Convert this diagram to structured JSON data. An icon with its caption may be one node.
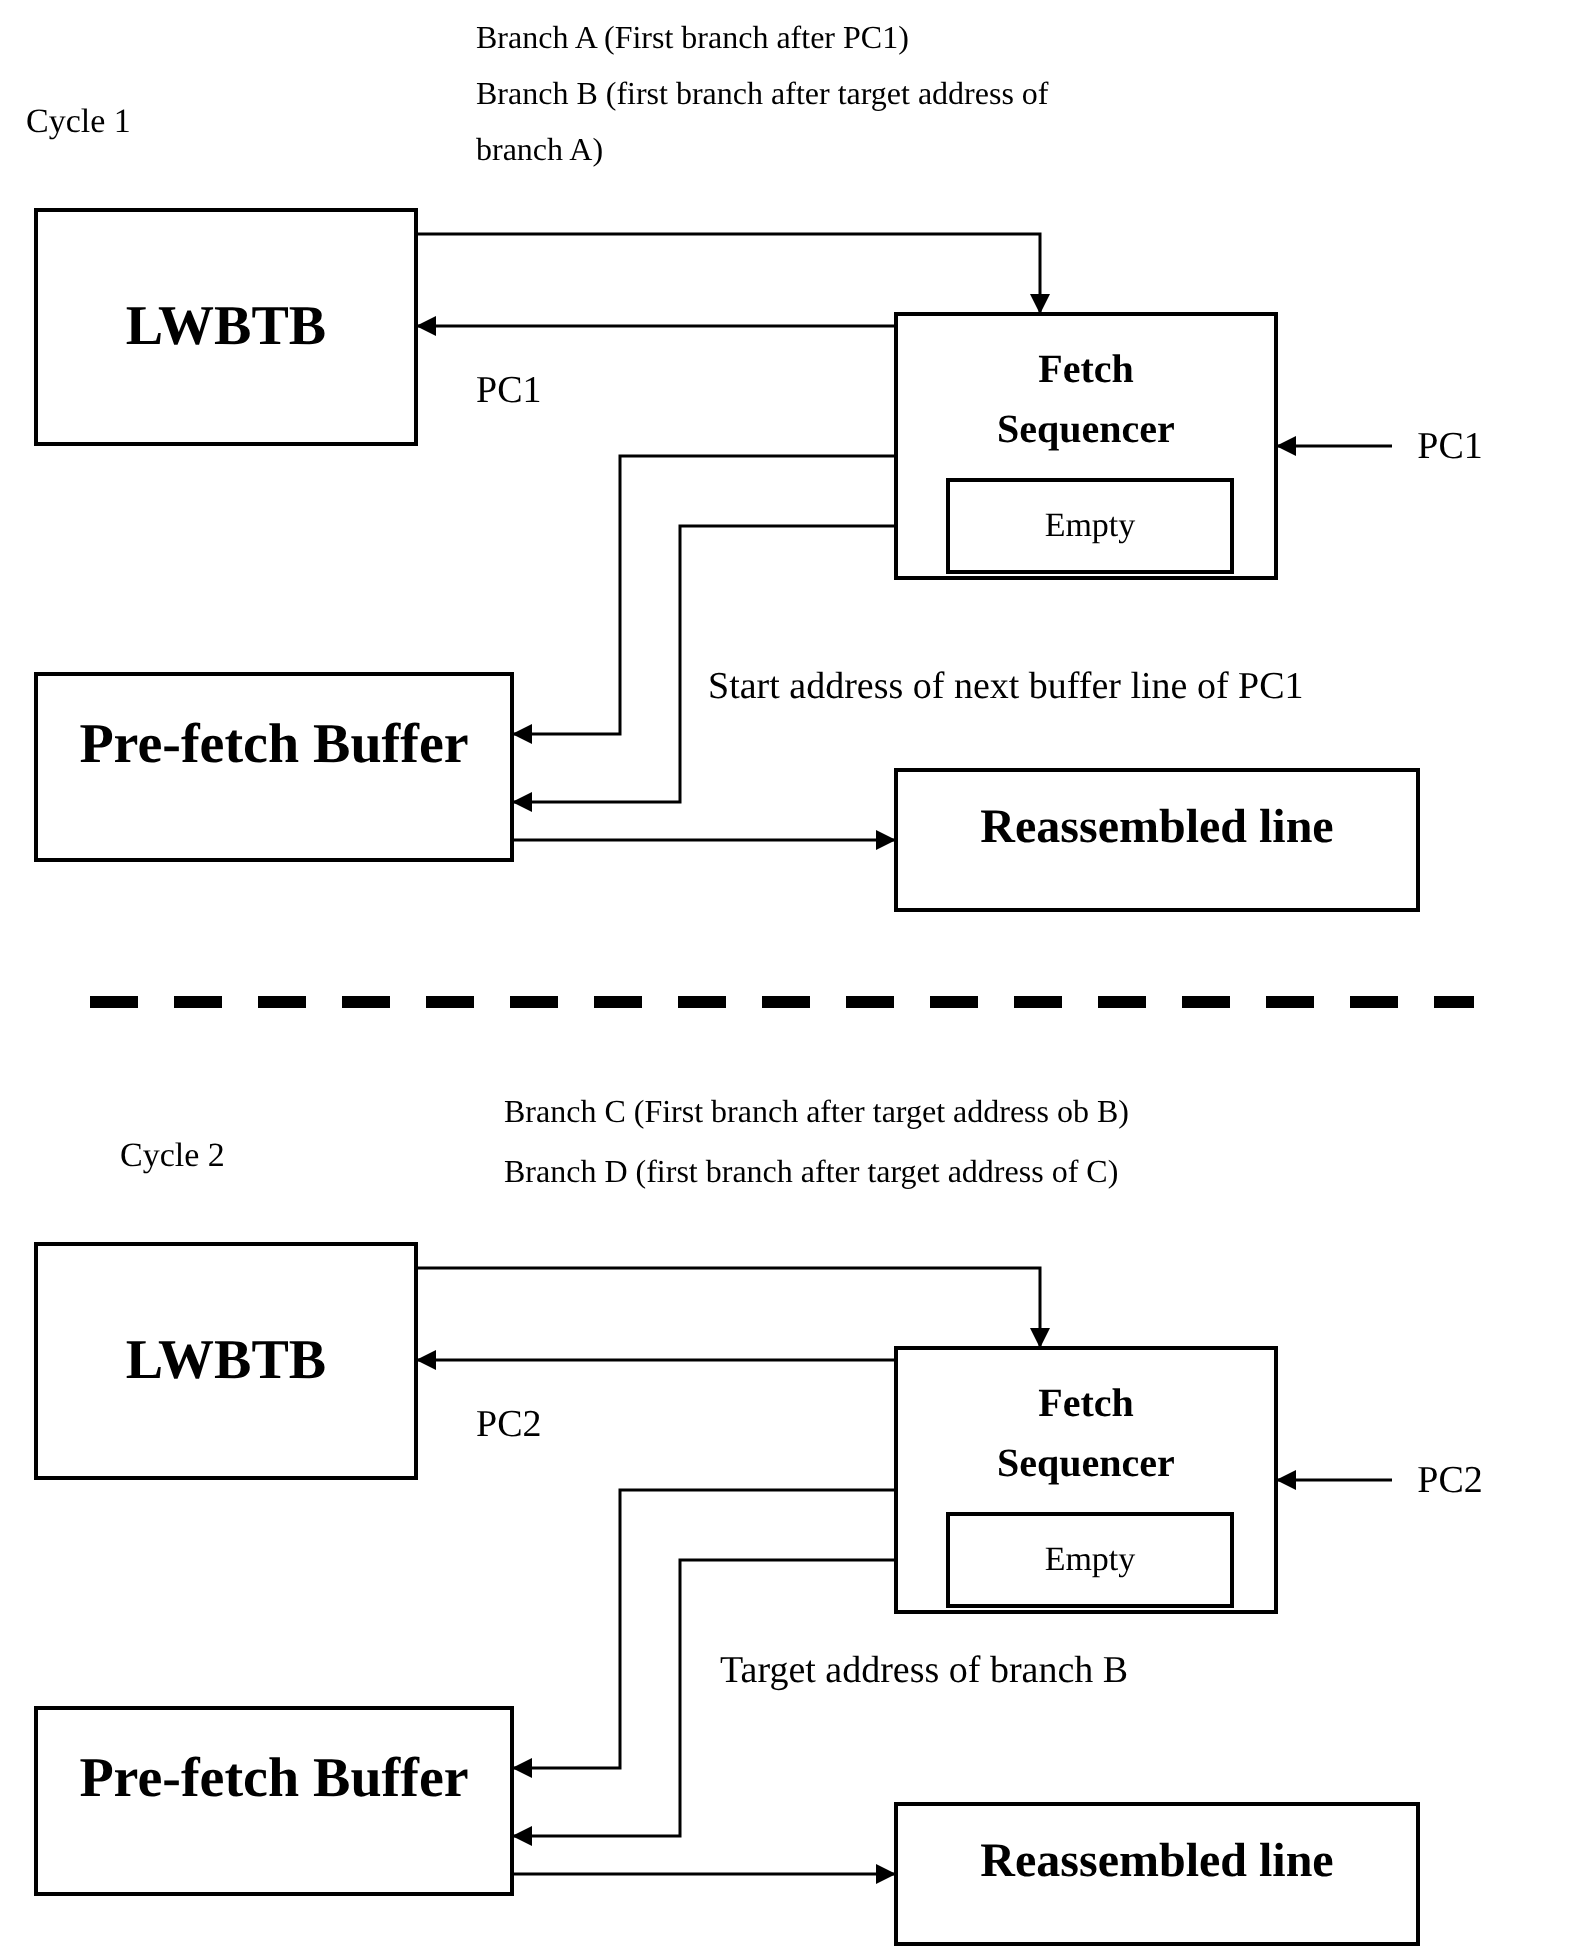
{
  "diagram": {
    "nodes": [
      {
        "text": [
          "LWBTB"
        ]
      },
      {
        "text": [
          "Fetch Sequencer"
        ]
      },
      {
        "text": [
          "Empty"
        ],
        "in": 1
      },
      {
        "text": [
          "Pre-fetch Buffer"
        ]
      },
      {
        "text": [
          "Reassembled line"
        ]
      },
      {
        "text": [
          "PC1"
        ]
      },
      {
        "text": [
          "LWBTB"
        ]
      },
      {
        "text": [
          "Fetch Sequencer"
        ]
      },
      {
        "text": [
          "Empty"
        ],
        "in": 7
      },
      {
        "text": [
          "Pre-fetch Buffer"
        ]
      },
      {
        "text": [
          "Reassembled line"
        ]
      },
      {
        "text": [
          "PC2"
        ]
      }
    ],
    "edges": [
      {
        "from": 0,
        "to": 1,
        "arrow": "to"
      },
      {
        "from": 1,
        "to": 0,
        "arrow": "to",
        "label": "PC1"
      },
      {
        "from": 1,
        "to": 3,
        "arrow": "to"
      },
      {
        "from": 1,
        "to": 3,
        "arrow": "to"
      },
      {
        "from": 3,
        "to": 4,
        "arrow": "to"
      },
      {
        "from": 5,
        "to": 1,
        "arrow": "to"
      },
      {
        "from": 6,
        "to": 7,
        "arrow": "to"
      },
      {
        "from": 7,
        "to": 6,
        "arrow": "to",
        "label": "PC2"
      },
      {
        "from": 7,
        "to": 9,
        "arrow": "to"
      },
      {
        "from": 7,
        "to": 9,
        "arrow": "to"
      },
      {
        "from": 9,
        "to": 10,
        "arrow": "to"
      },
      {
        "from": 11,
        "to": 7,
        "arrow": "to"
      }
    ],
    "labels": [
      "Cycle 1",
      "Branch A (First branch after PC1)",
      "Branch B (first branch after target address of branch A)",
      "Start address of next buffer line of PC1",
      "Cycle 2",
      "Branch C (First branch after target address ob B)",
      "Branch D (first branch after target address of  C)",
      "Target address of branch B"
    ]
  }
}
